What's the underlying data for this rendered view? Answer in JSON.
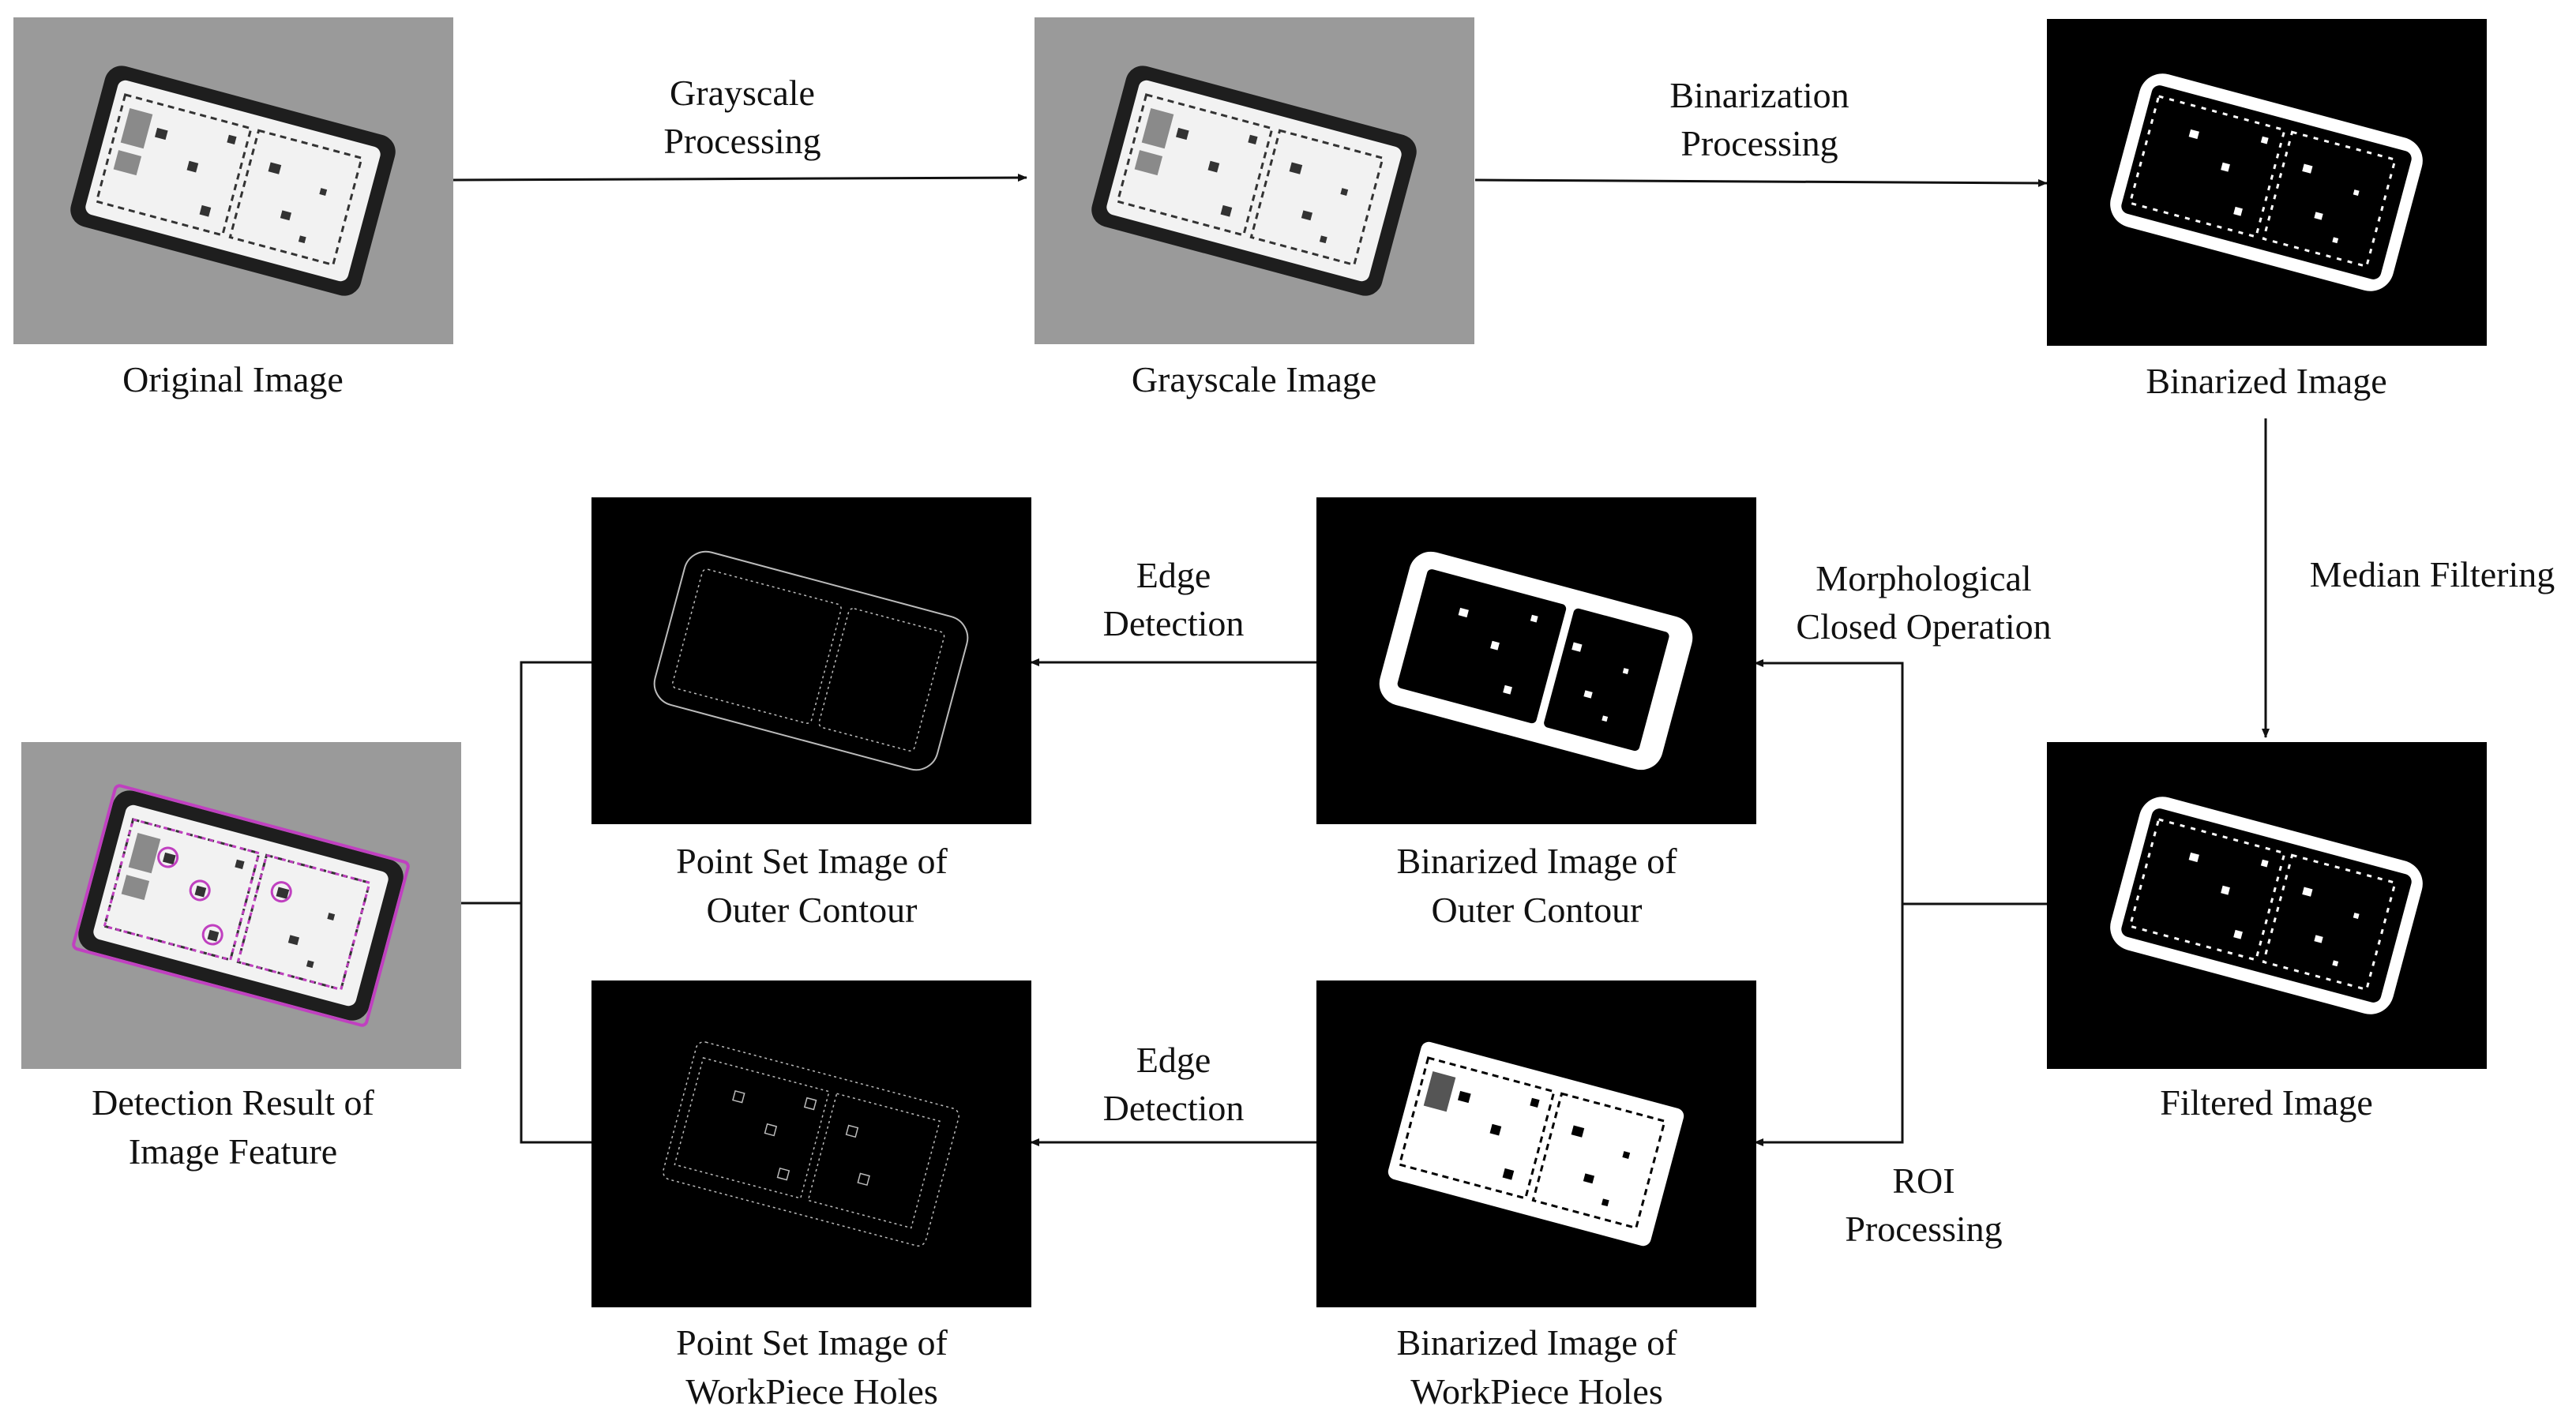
{
  "colors": {
    "background": "#ffffff",
    "line": "#111111",
    "gray_bg": "#9a9a9a",
    "phone_dark": "#1e1e1e",
    "phone_white": "#f2f2f2",
    "binary_bg": "#000000",
    "binary_fg": "#ffffff",
    "edge": "#bbbbbb",
    "detection": "#c040c0"
  },
  "images": {
    "original": {
      "caption": [
        "Original Image"
      ],
      "style": "gray"
    },
    "grayscale": {
      "caption": [
        "Grayscale Image"
      ],
      "style": "gray"
    },
    "binarized": {
      "caption": [
        "Binarized Image"
      ],
      "style": "binary-outline"
    },
    "filtered": {
      "caption": [
        "Filtered Image"
      ],
      "style": "binary-outline"
    },
    "outer_binarized": {
      "caption": [
        "Binarized Image of",
        "Outer Contour"
      ],
      "style": "binary-solid"
    },
    "holes_binarized": {
      "caption": [
        "Binarized Image of",
        "WorkPiece Holes"
      ],
      "style": "binary-holes"
    },
    "outer_points": {
      "caption": [
        "Point Set Image of",
        "Outer Contour"
      ],
      "style": "edges-outer"
    },
    "holes_points": {
      "caption": [
        "Point Set Image of",
        "WorkPiece Holes"
      ],
      "style": "edges-holes"
    },
    "result": {
      "caption": [
        "Detection Result of",
        "Image Feature"
      ],
      "style": "detection"
    }
  },
  "operations": {
    "grayscale": [
      "Grayscale",
      "Processing"
    ],
    "binarization": [
      "Binarization",
      "Processing"
    ],
    "median": [
      "Median Filtering"
    ],
    "morphological": [
      "Morphological",
      "Closed Operation"
    ],
    "edge_outer": [
      "Edge",
      "Detection"
    ],
    "roi": [
      "ROI",
      "Processing"
    ],
    "edge_holes": [
      "Edge",
      "Detection"
    ]
  }
}
